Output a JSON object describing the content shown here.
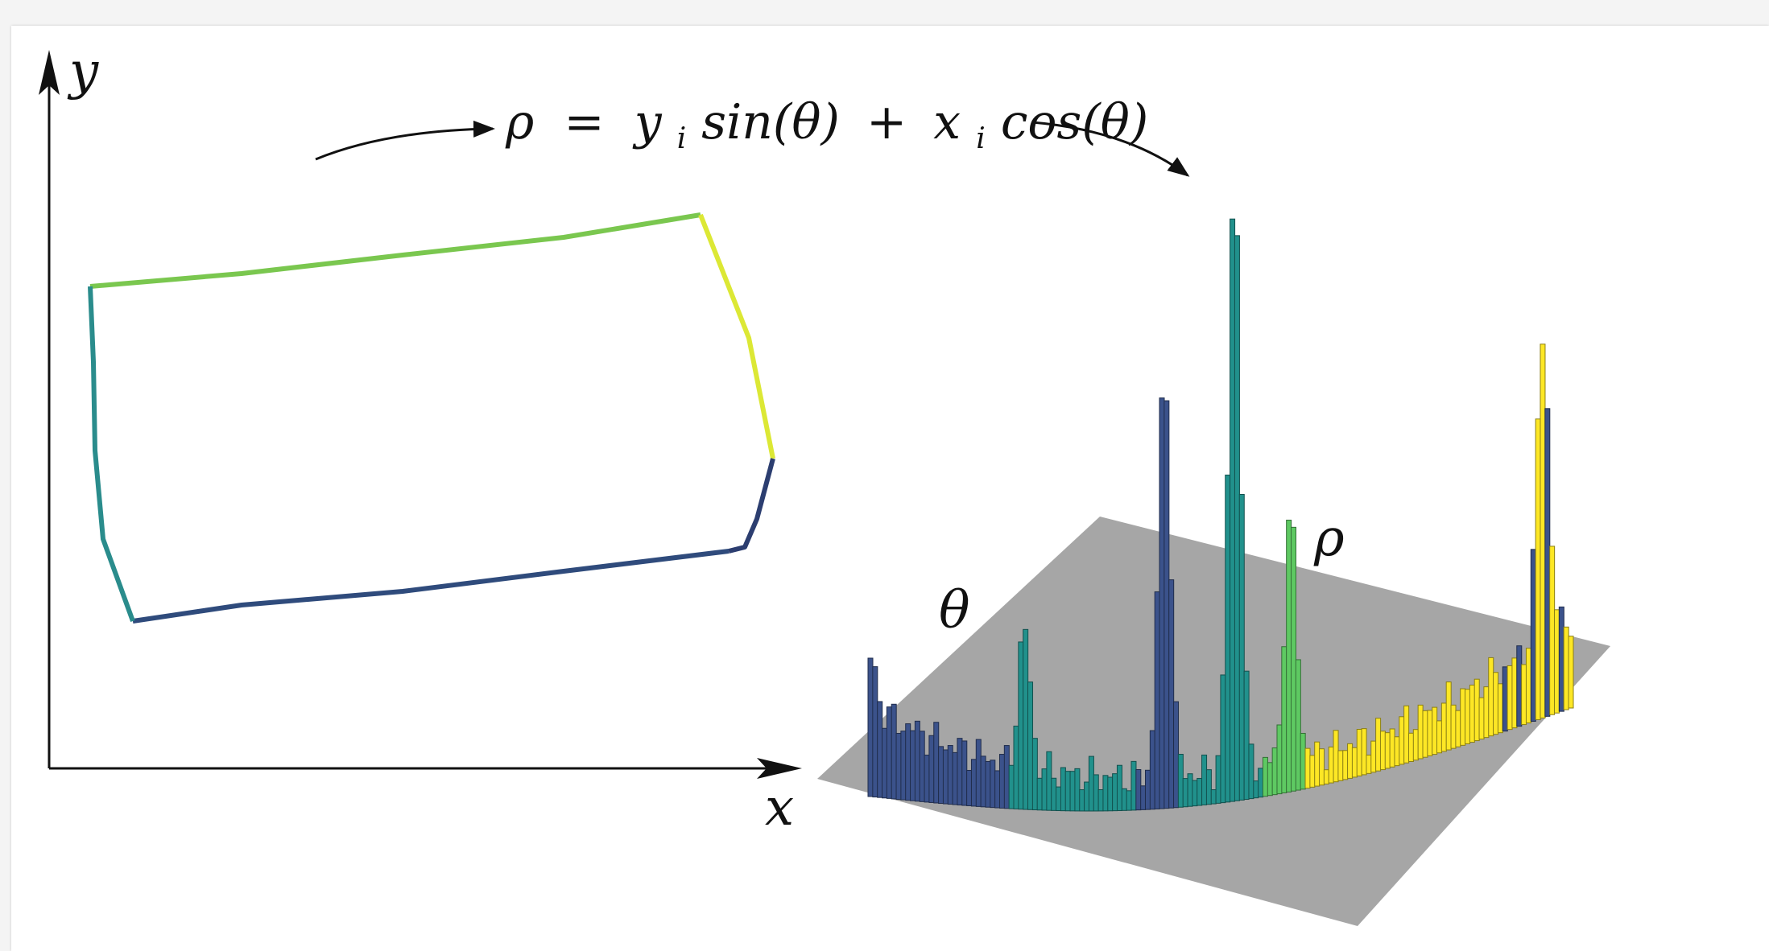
{
  "diagram": {
    "formula": {
      "rho": "ρ",
      "eq": "=",
      "y": "y",
      "sub_i": "i",
      "sin_theta": "sin(θ)",
      "plus": "+",
      "x": "x",
      "cos_theta": "cos(θ)"
    },
    "image_space": {
      "x_axis_label": "x",
      "y_axis_label": "y"
    },
    "hough_space": {
      "theta_label": "θ",
      "rho_label": "ρ",
      "plane_color": "#a6a6a6"
    },
    "colormap": [
      "#440154",
      "#3b528b",
      "#21918c",
      "#5ec962",
      "#fde725"
    ],
    "edge_colors": {
      "top": "#7ac74f",
      "right_upper": "#dce835",
      "right_lower": "#2c3e70",
      "bottom": "#2f4b7c",
      "left": "#2a8c8c"
    }
  }
}
